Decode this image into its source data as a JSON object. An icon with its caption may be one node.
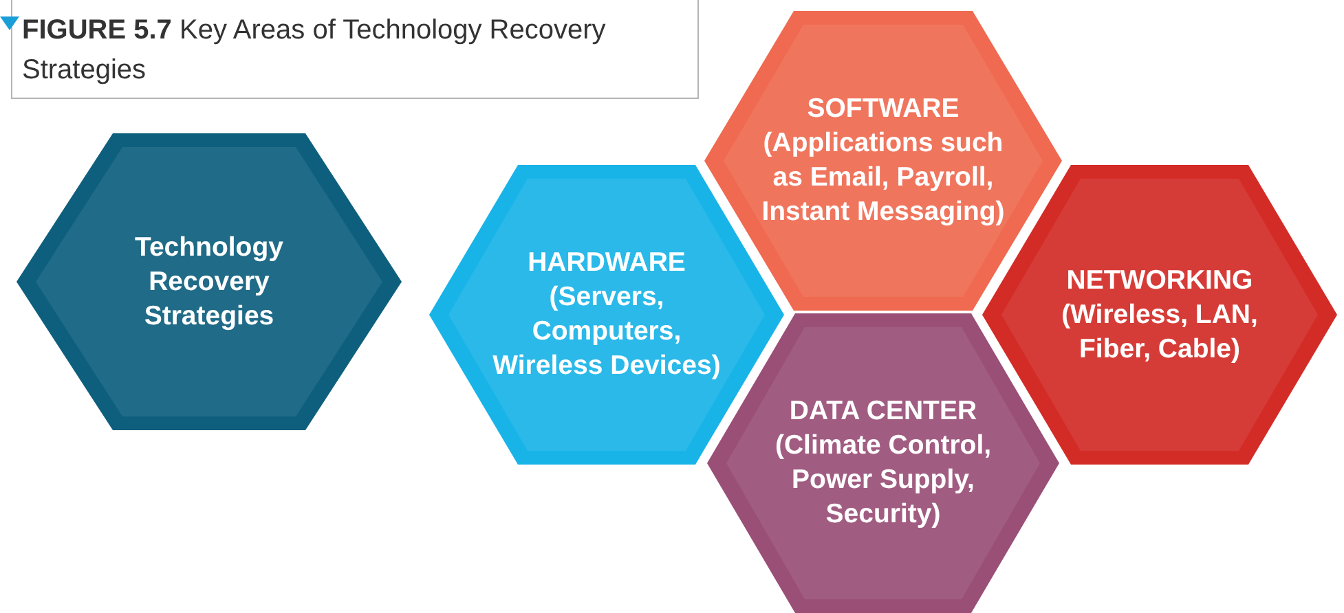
{
  "diagram": {
    "title": "**FIGURE 5.7** Key Areas of Technology Recovery Strategies",
    "nodes": [
      {
        "text": [
          "Technology Recovery Strategies"
        ]
      },
      {
        "text": [
          "HARDWARE",
          "(Servers, Computers, Wireless Devices)"
        ]
      },
      {
        "text": [
          "SOFTWARE",
          "(Applications such as Email, Payroll, Instant Messaging)"
        ]
      },
      {
        "text": [
          "NETWORKING",
          "(Wireless, LAN, Fiber, Cable)"
        ]
      },
      {
        "text": [
          "DATA CENTER",
          "(Climate Control, Power Supply, Security)"
        ]
      }
    ],
    "edges": []
  }
}
